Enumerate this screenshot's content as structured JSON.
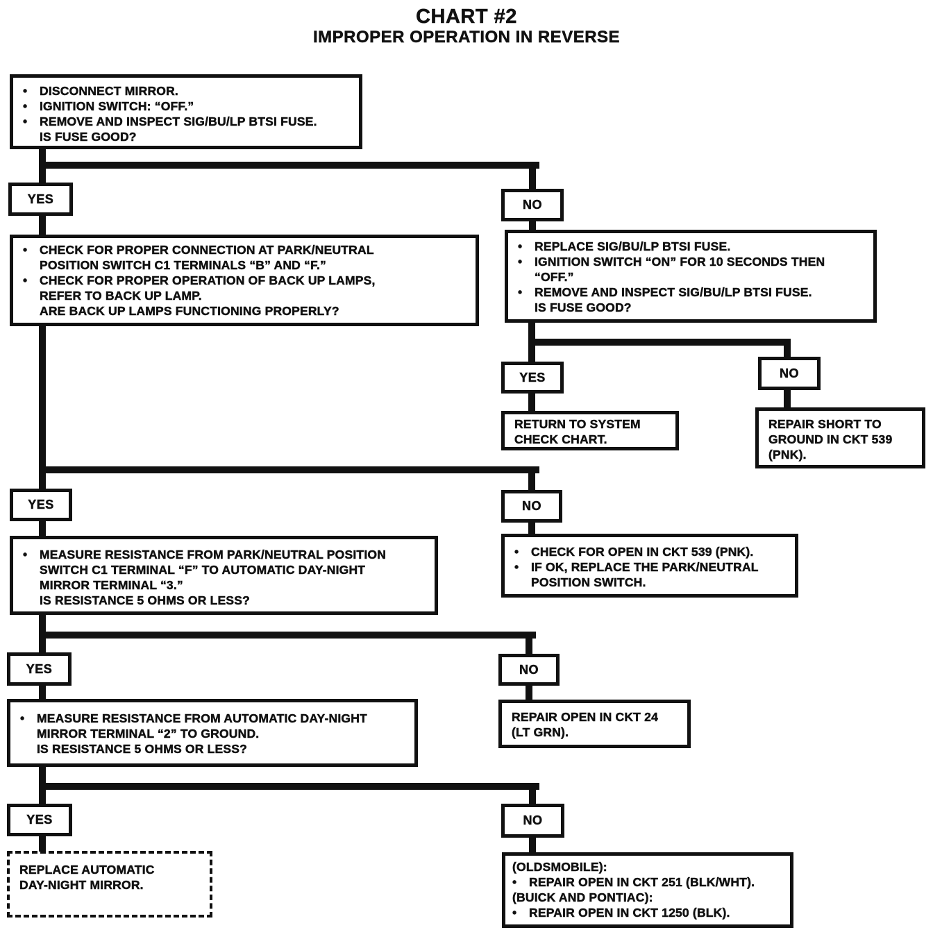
{
  "title": {
    "line1": "CHART #2",
    "line2": "IMPROPER OPERATION IN REVERSE"
  },
  "labels": {
    "yes": "YES",
    "no": "NO"
  },
  "colors": {
    "ink": "#111111",
    "paper": "#ffffff"
  },
  "boxes": {
    "start": {
      "lines": [
        {
          "b": "•",
          "t": "DISCONNECT MIRROR."
        },
        {
          "b": "•",
          "t": "IGNITION SWITCH: “OFF.”"
        },
        {
          "b": "•",
          "t": "REMOVE AND INSPECT SIG/BU/LP BTSI FUSE."
        },
        {
          "b": "",
          "t": "IS FUSE GOOD?"
        }
      ]
    },
    "check_connection": {
      "lines": [
        {
          "b": "•",
          "t": "CHECK FOR PROPER CONNECTION AT PARK/NEUTRAL"
        },
        {
          "b": "",
          "t": "POSITION SWITCH C1 TERMINALS “B” AND “F.”"
        },
        {
          "b": "•",
          "t": "CHECK FOR PROPER OPERATION OF BACK UP LAMPS,"
        },
        {
          "b": "",
          "t": "REFER TO BACK UP LAMP."
        },
        {
          "b": "",
          "t": "ARE BACK UP LAMPS FUNCTIONING PROPERLY?"
        }
      ]
    },
    "replace_fuse": {
      "lines": [
        {
          "b": "•",
          "t": "REPLACE SIG/BU/LP BTSI FUSE."
        },
        {
          "b": "•",
          "t": "IGNITION SWITCH “ON” FOR 10 SECONDS THEN"
        },
        {
          "b": "",
          "t": "“OFF.”"
        },
        {
          "b": "•",
          "t": "REMOVE AND INSPECT SIG/BU/LP BTSI FUSE."
        },
        {
          "b": "",
          "t": "IS FUSE GOOD?"
        }
      ]
    },
    "return_system": {
      "lines": [
        {
          "b": "",
          "t": "RETURN TO SYSTEM",
          "flush": true
        },
        {
          "b": "",
          "t": "CHECK CHART.",
          "flush": true
        }
      ]
    },
    "repair_short": {
      "lines": [
        {
          "b": "",
          "t": "REPAIR SHORT TO",
          "flush": true
        },
        {
          "b": "",
          "t": "GROUND IN CKT 539",
          "flush": true
        },
        {
          "b": "",
          "t": "(PNK).",
          "flush": true
        }
      ]
    },
    "measure_pnp": {
      "lines": [
        {
          "b": "•",
          "t": "MEASURE RESISTANCE FROM PARK/NEUTRAL POSITION"
        },
        {
          "b": "",
          "t": "SWITCH C1 TERMINAL “F” TO AUTOMATIC DAY-NIGHT"
        },
        {
          "b": "",
          "t": "MIRROR TERMINAL “3.”"
        },
        {
          "b": "",
          "t": "IS RESISTANCE 5 OHMS OR LESS?"
        }
      ]
    },
    "check_open_539": {
      "lines": [
        {
          "b": "•",
          "t": "CHECK FOR OPEN IN CKT 539 (PNK)."
        },
        {
          "b": "•",
          "t": "IF OK, REPLACE THE PARK/NEUTRAL"
        },
        {
          "b": "",
          "t": "POSITION SWITCH."
        }
      ]
    },
    "measure_mirror": {
      "lines": [
        {
          "b": "•",
          "t": "MEASURE RESISTANCE FROM AUTOMATIC DAY-NIGHT"
        },
        {
          "b": "",
          "t": "MIRROR TERMINAL “2” TO GROUND."
        },
        {
          "b": "",
          "t": "IS RESISTANCE 5 OHMS OR LESS?"
        }
      ]
    },
    "repair_open_24": {
      "lines": [
        {
          "b": "",
          "t": "REPAIR OPEN IN CKT 24",
          "flush": true
        },
        {
          "b": "",
          "t": "(LT GRN).",
          "flush": true
        }
      ]
    },
    "replace_mirror": {
      "lines": [
        {
          "b": "",
          "t": "REPLACE AUTOMATIC",
          "flush": true
        },
        {
          "b": "",
          "t": "DAY-NIGHT MIRROR.",
          "flush": true
        }
      ]
    },
    "repair_open_olds": {
      "lines": [
        {
          "b": "",
          "t": "(OLDSMOBILE):",
          "flush": true
        },
        {
          "b": "•",
          "t": "REPAIR OPEN IN CKT 251 (BLK/WHT)."
        },
        {
          "b": "",
          "t": "(BUICK AND PONTIAC):",
          "flush": true
        },
        {
          "b": "•",
          "t": "REPAIR OPEN IN CKT 1250 (BLK)."
        }
      ]
    }
  }
}
